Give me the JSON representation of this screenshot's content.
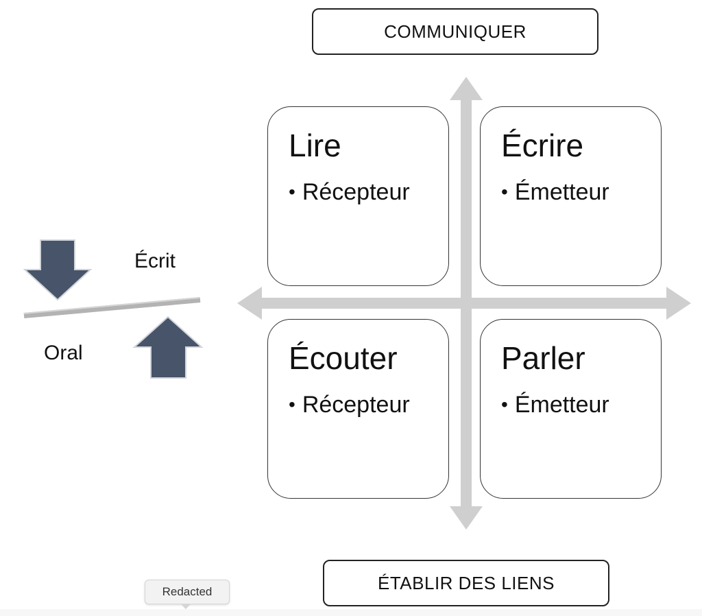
{
  "top_box": {
    "label": "COMMUNIQUER"
  },
  "bottom_box": {
    "label": "ÉTABLIR DES LIENS"
  },
  "quadrants": [
    {
      "title": "Lire",
      "bullet": "Récepteur"
    },
    {
      "title": "Écrire",
      "bullet": "Émetteur"
    },
    {
      "title": "Écouter",
      "bullet": "Récepteur"
    },
    {
      "title": "Parler",
      "bullet": "Émetteur"
    }
  ],
  "bullet_symbol": "•",
  "balance": {
    "upper_label": "Écrit",
    "lower_label": "Oral"
  },
  "tooltip": {
    "text": "Redacted"
  },
  "colors": {
    "axis": "#cfcfcf",
    "arrow_fill": "#475469",
    "balance_bar": "#b3b3b3",
    "box_border": "#222222"
  }
}
